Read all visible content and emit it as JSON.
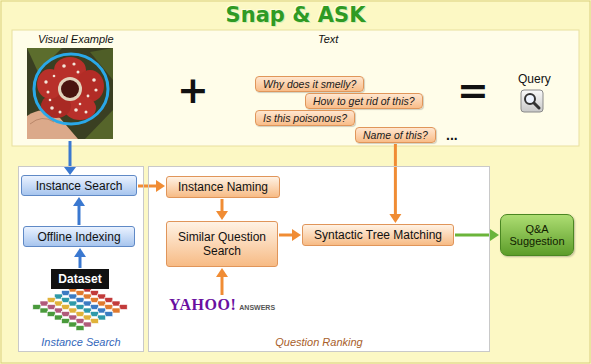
{
  "diagram": {
    "title": "Snap & ASK",
    "nodes": [
      {
        "text": [
          "Why does it smelly?"
        ]
      },
      {
        "text": [
          "How to get rid of this?"
        ]
      },
      {
        "text": [
          "Is this poisonous?"
        ]
      },
      {
        "text": [
          "Name of this?"
        ]
      },
      {
        "text": [
          "Instance Search"
        ]
      },
      {
        "text": [
          "Instance Search"
        ],
        "in": 4
      },
      {
        "text": [
          "Offline Indexing"
        ],
        "in": 4
      },
      {
        "text": [
          "Dataset"
        ],
        "in": 4
      },
      {
        "text": [
          "Question Ranking"
        ]
      },
      {
        "text": [
          "Instance Naming"
        ],
        "in": 8
      },
      {
        "text": [
          "Similar Question Search"
        ],
        "in": 8
      },
      {
        "text": [
          "YAHOO!",
          "ANSWERS"
        ],
        "in": 8
      },
      {
        "text": [
          "Syntactic Tree Matching"
        ],
        "in": 8
      },
      {
        "text": [
          "Q&A Suggestion"
        ]
      }
    ],
    "edges": [
      {
        "from": 6,
        "to": 5,
        "arrow": "to"
      },
      {
        "from": 7,
        "to": 6,
        "arrow": "to"
      },
      {
        "from": 5,
        "to": 9,
        "arrow": "to"
      },
      {
        "from": 9,
        "to": 10,
        "arrow": "to"
      },
      {
        "from": 11,
        "to": 10,
        "arrow": "to"
      },
      {
        "from": 10,
        "to": 12,
        "arrow": "to"
      },
      {
        "from": 3,
        "to": 12,
        "arrow": "to"
      },
      {
        "from": 12,
        "to": 13,
        "arrow": "to"
      }
    ],
    "labels": [
      "Visual Example",
      "Text",
      "+",
      "...",
      "=",
      "Query"
    ]
  }
}
